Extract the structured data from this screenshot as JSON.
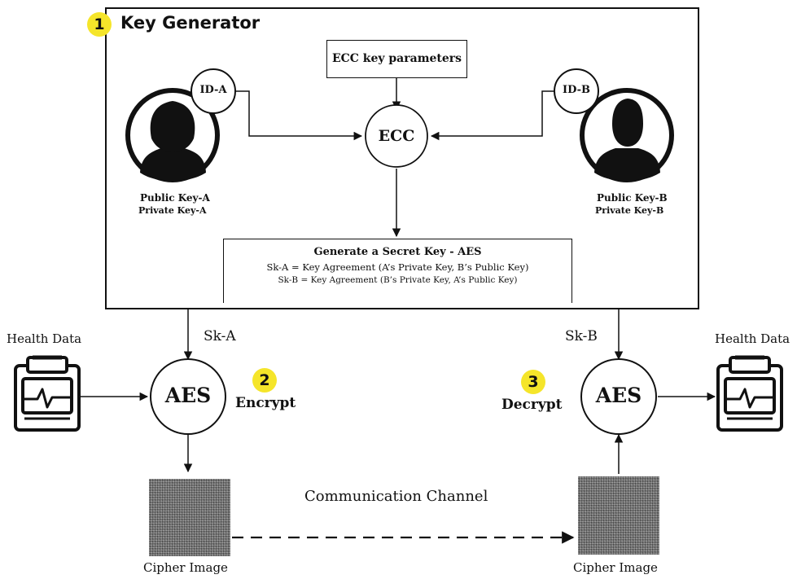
{
  "key_generator": {
    "badge": "1",
    "title": "Key Generator",
    "ecc_params": "ECC key parameters",
    "ecc_node": "ECC",
    "id_a": "ID-A",
    "id_b": "ID-B",
    "user_a": {
      "public_key": "Public Key-A",
      "private_key": "Private Key-A"
    },
    "user_b": {
      "public_key": "Public Key-B",
      "private_key": "Private Key-B"
    },
    "secret_box": {
      "title": "Generate a Secret Key - AES",
      "line1": "Sk-A = Key Agreement (A’s Private Key, B’s Public Key)",
      "line2": "Sk-B = Key Agreement (B’s Private Key, A’s Public Key)"
    }
  },
  "encrypt": {
    "badge": "2",
    "label": "Encrypt",
    "aes": "AES",
    "key_label": "Sk-A",
    "health_label": "Health Data",
    "cipher_label": "Cipher Image"
  },
  "decrypt": {
    "badge": "3",
    "label": "Decrypt",
    "aes": "AES",
    "key_label": "Sk-B",
    "health_label": "Health Data",
    "cipher_label": "Cipher Image"
  },
  "channel_label": "Communication Channel",
  "colors": {
    "badge": "#f5e52a",
    "line": "#111111",
    "noise": "#7d7d7d"
  },
  "icons": [
    "user-a-icon",
    "user-b-icon",
    "clipboard-icon",
    "cipher-image"
  ]
}
